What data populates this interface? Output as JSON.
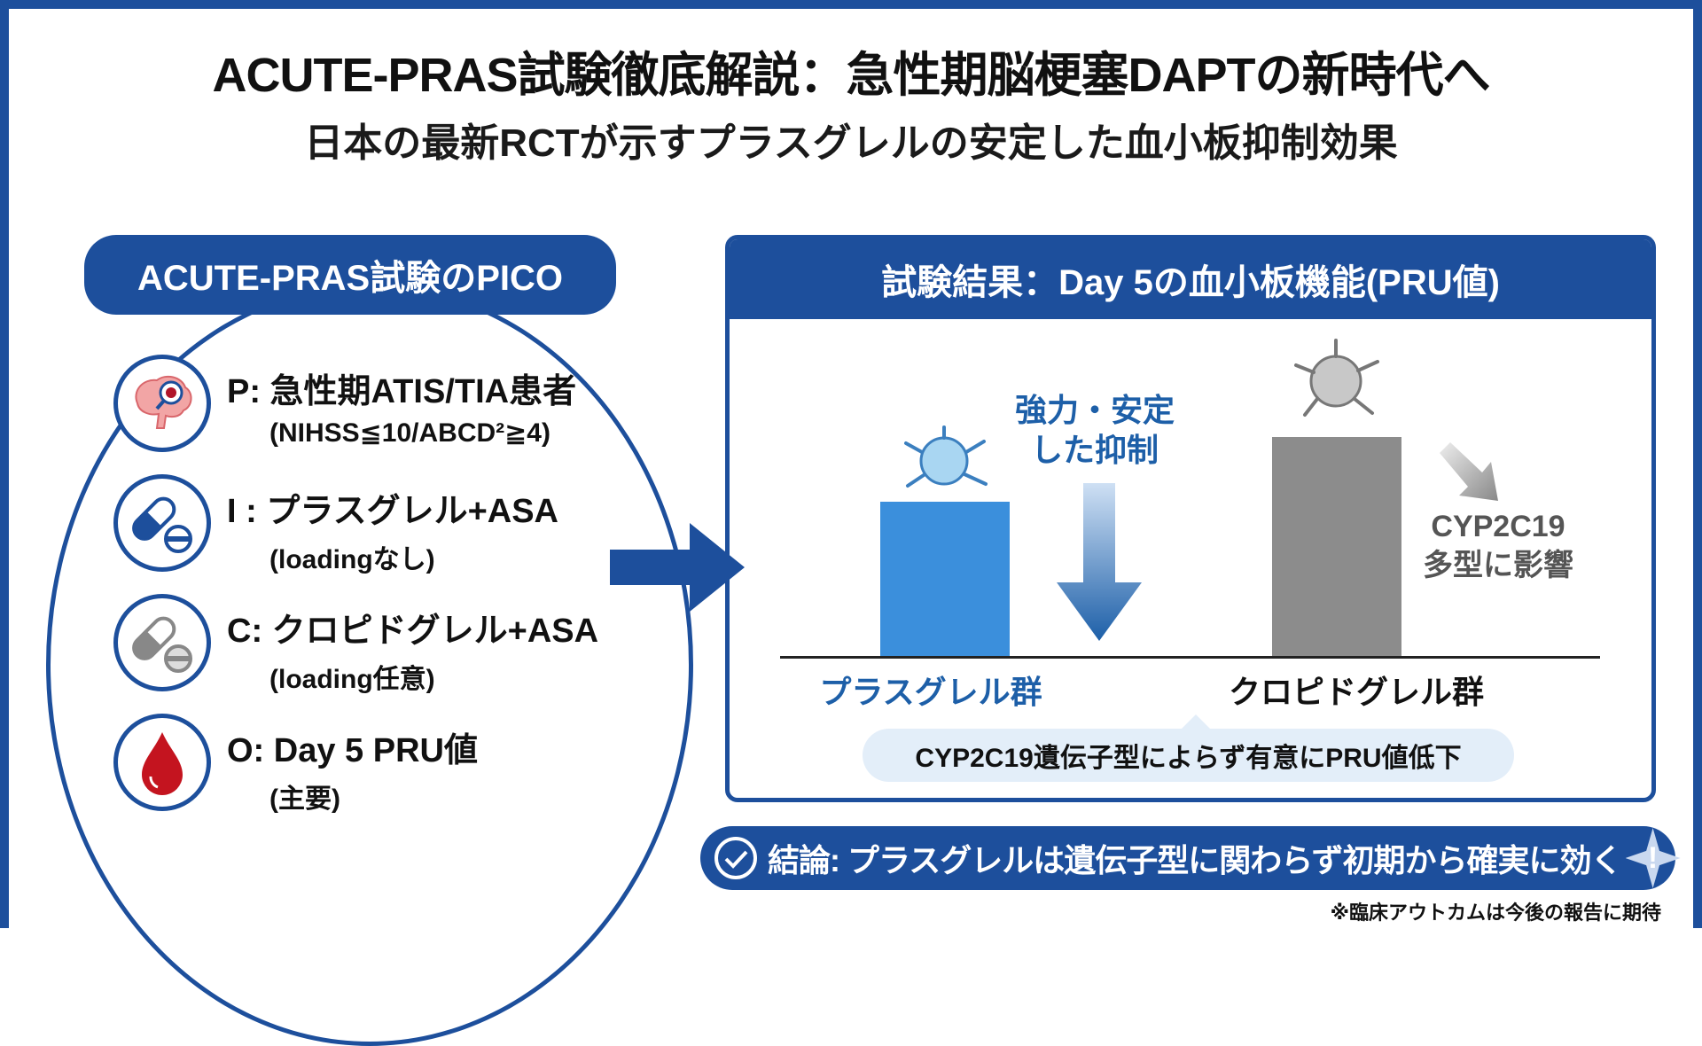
{
  "title": "ACUTE-PRAS試験徹底解説：急性期脳梗塞DAPTの新時代へ",
  "subtitle": "日本の最新RCTが示すプラスグレルの安定した血小板抑制効果",
  "pico": {
    "header": "ACUTE-PRAS試験のPICO",
    "items": [
      {
        "icon": "brain-icon",
        "line1": "P: 急性期ATIS/TIA患者",
        "line2": "(NIHSS≦10/ABCD²≧4)"
      },
      {
        "icon": "capsule-blue-icon",
        "line1": "I : プラスグレル+ASA",
        "line2": "(loadingなし)"
      },
      {
        "icon": "capsule-gray-icon",
        "line1": "C: クロピドグレル+ASA",
        "line2": "(loading任意)"
      },
      {
        "icon": "blood-drop-icon",
        "line1": "O: Day 5 PRU値",
        "line2": "(主要)"
      }
    ]
  },
  "results": {
    "header": "試験結果：Day 5の血小板機能(PRU値)",
    "group_a": "プラスグレル群",
    "group_b": "クロピドグレル群",
    "annotation_a": "強力・安定\nした抑制",
    "annotation_b": "CYP2C19\n多型に影響",
    "callout": "CYP2C19遺伝子型によらず有意にPRU値低下",
    "colors": {
      "prasugrel": "#3b8fdc",
      "clopidogrel": "#8c8c8c"
    }
  },
  "conclusion": "結論: プラスグレルは遺伝子型に関わらず初期から確実に効く",
  "conclusion_mark": "!",
  "footnote": "※臨床アウトカムは今後の報告に期待"
}
